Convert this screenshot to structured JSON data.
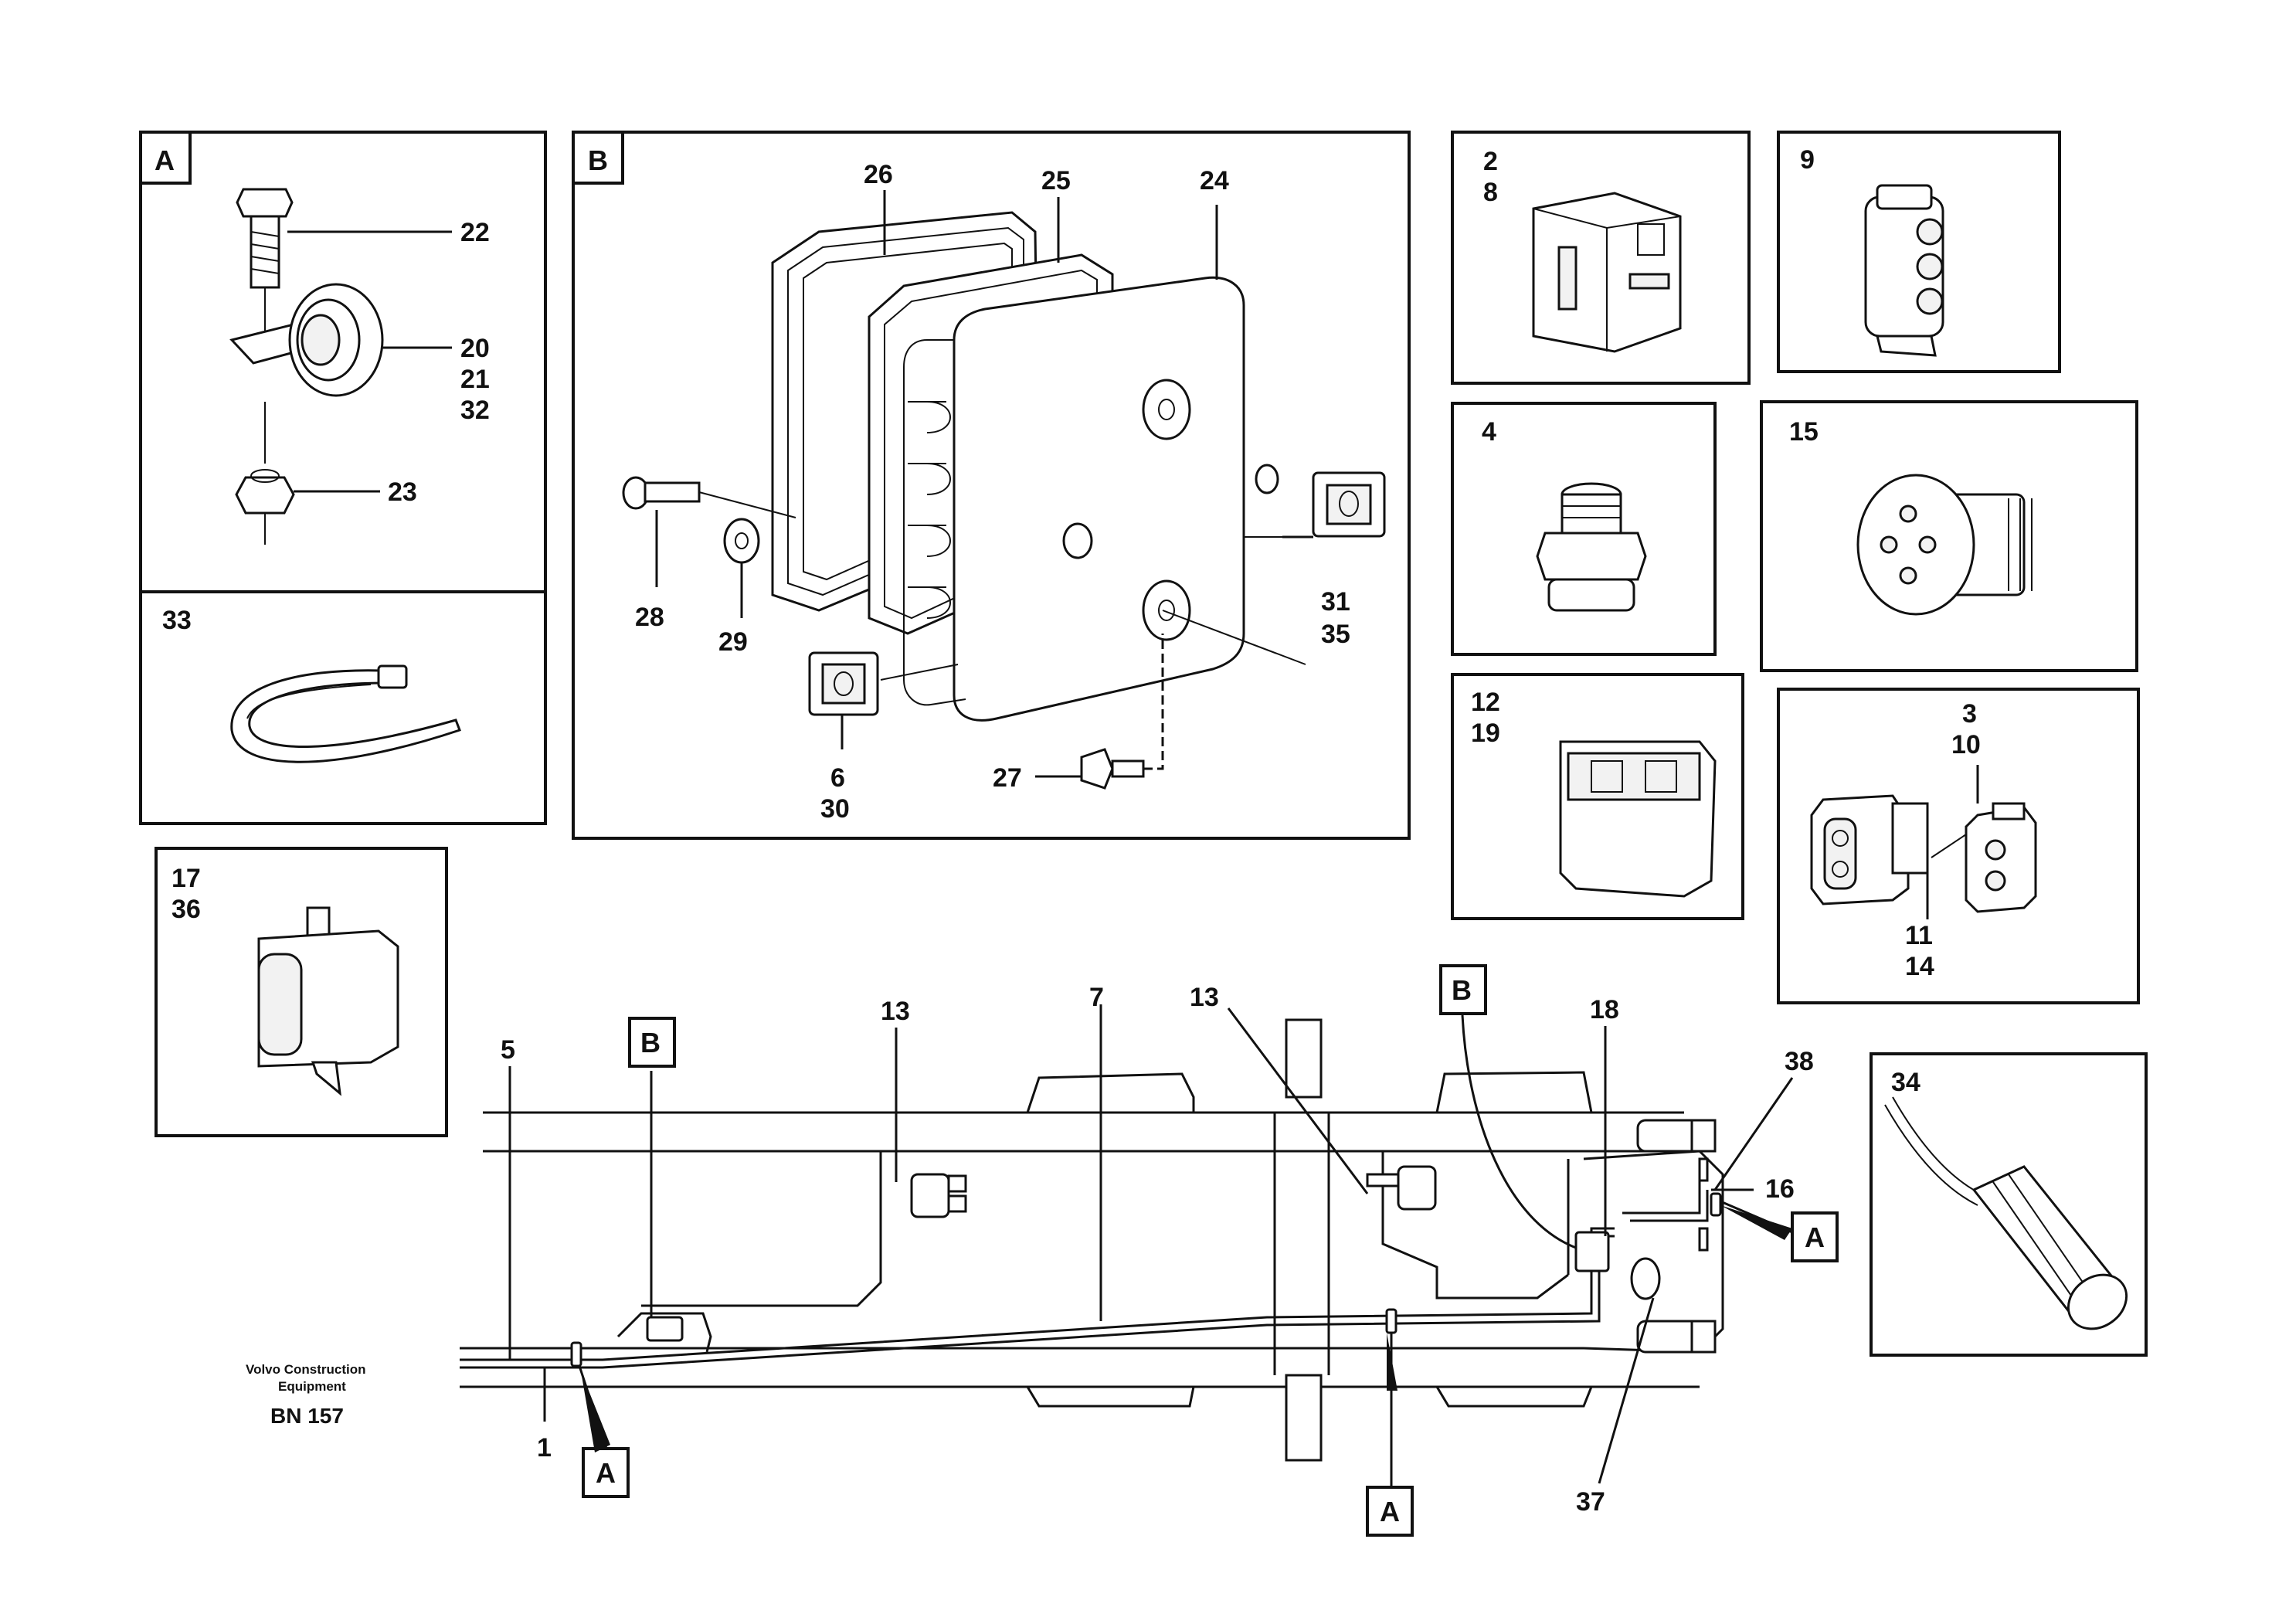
{
  "panels": {
    "A": {
      "tag": "A",
      "labels": [
        "22",
        "20",
        "21",
        "32",
        "23"
      ]
    },
    "B": {
      "tag": "B",
      "labels": [
        "26",
        "25",
        "24",
        "28",
        "29",
        "31",
        "35",
        "6",
        "30",
        "27"
      ]
    },
    "p33": {
      "labels": [
        "33"
      ]
    },
    "p17": {
      "labels": [
        "17",
        "36"
      ]
    },
    "p2": {
      "labels": [
        "2",
        "8"
      ]
    },
    "p9": {
      "labels": [
        "9"
      ]
    },
    "p4": {
      "labels": [
        "4"
      ]
    },
    "p15": {
      "labels": [
        "15"
      ]
    },
    "p12": {
      "labels": [
        "12",
        "19"
      ]
    },
    "p3": {
      "labels": [
        "3",
        "10",
        "11",
        "14"
      ]
    },
    "p34": {
      "labels": [
        "34"
      ]
    }
  },
  "main": {
    "labels": [
      "5",
      "13",
      "7",
      "13",
      "18",
      "38",
      "16",
      "1",
      "37"
    ],
    "callouts": [
      "B",
      "B",
      "A",
      "A",
      "A"
    ]
  },
  "footer": {
    "brand_line1": "Volvo Construction",
    "brand_line2": "Equipment",
    "doc_id": "BN 157"
  }
}
